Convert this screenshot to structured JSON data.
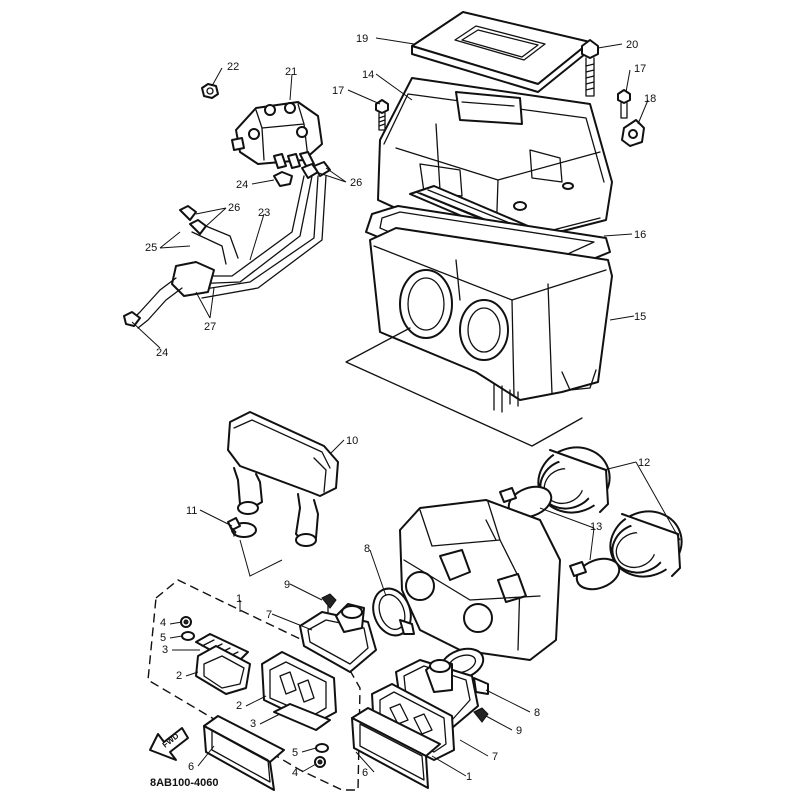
{
  "diagram_code": "8AB100-4060",
  "fwd_label": "FWD",
  "callouts": {
    "c19": "19",
    "c20": "20",
    "c14": "14",
    "c17a": "17",
    "c17b": "17",
    "c18": "18",
    "c22": "22",
    "c21": "21",
    "c24a": "24",
    "c26a": "26",
    "c26b": "26",
    "c23": "23",
    "c25": "25",
    "c27": "27",
    "c24b": "24",
    "c16": "16",
    "c15": "15",
    "c10": "10",
    "c12": "12",
    "c11": "11",
    "c13": "13",
    "c8a": "8",
    "c9a": "9",
    "c7a": "7",
    "c1a": "1",
    "c4a": "4",
    "c5a": "5",
    "c3a": "3",
    "c2a": "2",
    "c2b": "2",
    "c3b": "3",
    "c6a": "6",
    "c5b": "5",
    "c4b": "4",
    "c8b": "8",
    "c9b": "9",
    "c7b": "7",
    "c6b": "6",
    "c1b": "1"
  }
}
